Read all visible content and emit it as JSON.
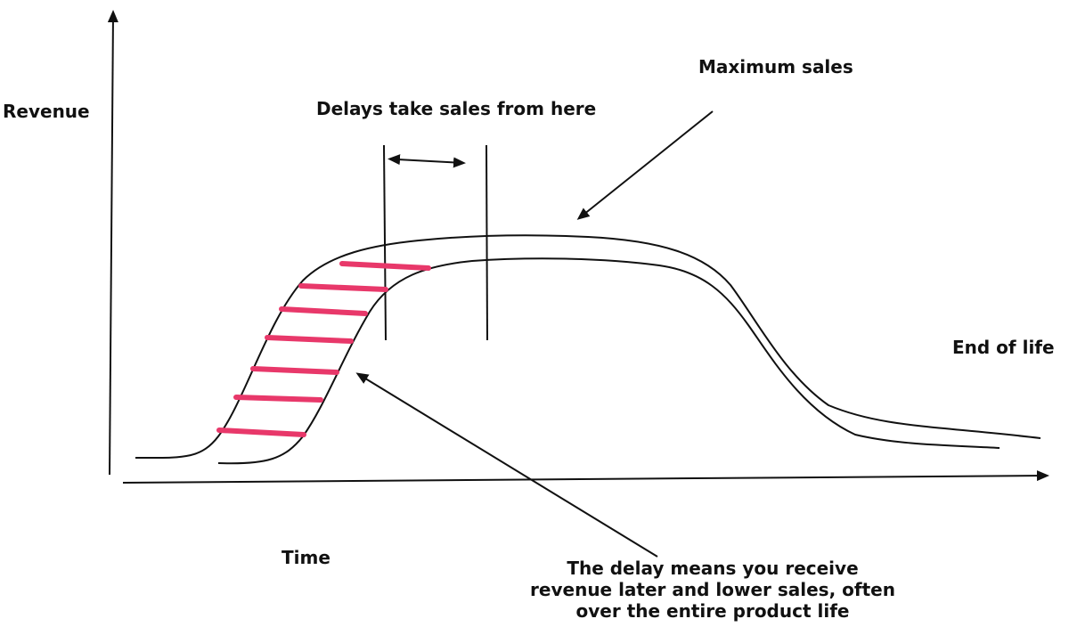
{
  "labels": {
    "y_axis": "Revenue",
    "x_axis": "Time",
    "maximum_sales": "Maximum sales",
    "delays_take": "Delays take sales from here",
    "end_of_life": "End of life",
    "delay_note": "The delay means you receive revenue later and lower sales, often over the entire product life"
  },
  "colors": {
    "ink": "#111111",
    "highlight": "#e8386a"
  }
}
